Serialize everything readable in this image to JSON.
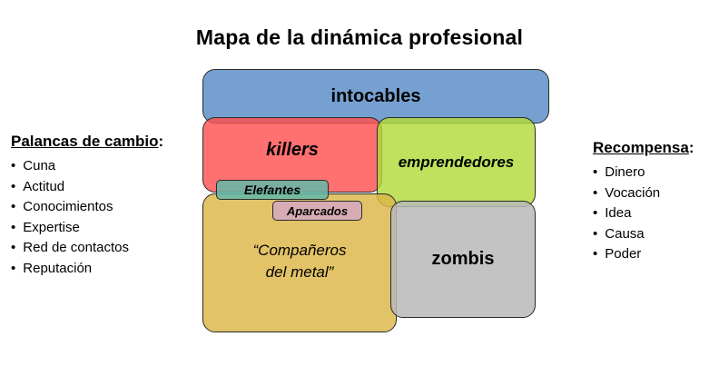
{
  "title": "Mapa de la dinámica profesional",
  "left_panel": {
    "heading": "Palancas de cambio",
    "heading_suffix": ":",
    "items": [
      "Cuna",
      "Actitud",
      "Conocimientos",
      "Expertise",
      "Red de contactos",
      "Reputación"
    ]
  },
  "right_panel": {
    "heading": "Recompensa",
    "heading_suffix": ":",
    "items": [
      "Dinero",
      "Vocación",
      "Idea",
      "Causa",
      "Poder"
    ]
  },
  "boxes": {
    "intocables": "intocables",
    "killers": "killers",
    "emprendedores": "emprendedores",
    "elefantes": "Elefantes",
    "aparcados": "Aparcados",
    "companeros_line1": "“Compañeros",
    "companeros_line2": "del metal”",
    "zombis": "zombis"
  },
  "colors": {
    "intocables": "#6393C9",
    "killers": "#FF5050",
    "emprendedores": "#B2DB3A",
    "companeros": "#DCB646",
    "zombis": "#B9B9B9",
    "elefantes": "#62B8A8",
    "aparcados": "#D6AABE"
  }
}
